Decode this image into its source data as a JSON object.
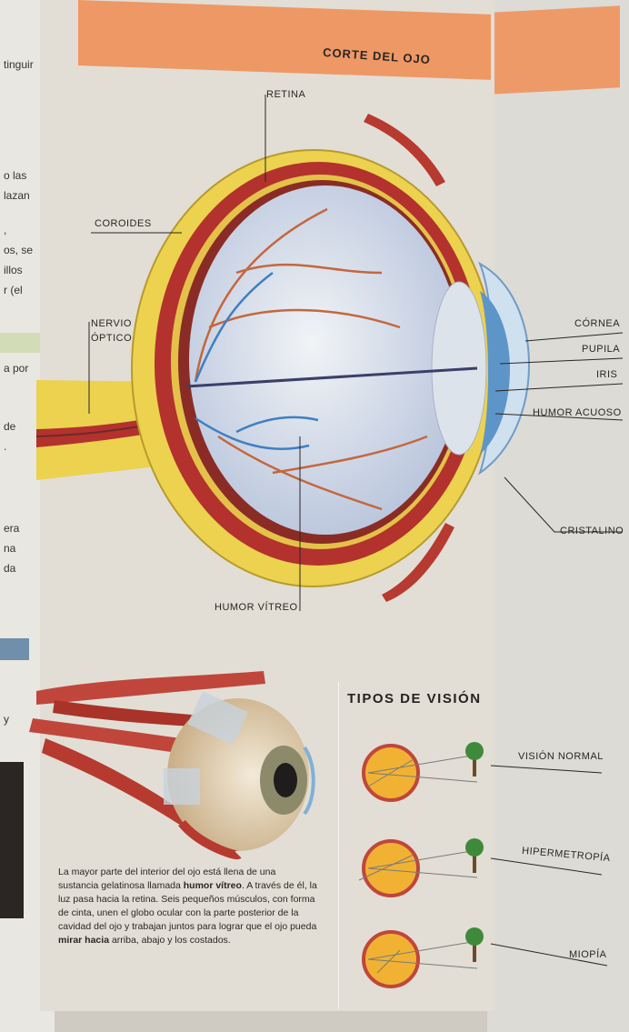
{
  "page": {
    "title": "CORTE DEL OJO",
    "left_fragments": [
      "tinguir",
      "o las",
      "lazan",
      ",",
      "os, se",
      "illos",
      "r (el",
      "a por",
      "de",
      ".",
      "era",
      "na",
      "da",
      "y"
    ]
  },
  "diagram_labels": {
    "retina": "RETINA",
    "coroides": "COROIDES",
    "nervio": "NERVIO",
    "optico": "ÓPTICO",
    "cornea": "CÓRNEA",
    "pupila": "PUPILA",
    "iris": "IRIS",
    "humor_acuoso": "HUMOR ACUOSO",
    "cristalino": "CRISTALINO",
    "humor_vitreo": "HUMOR VÍTREO"
  },
  "vision": {
    "title": "TIPOS DE VISIÓN",
    "types": [
      "VISIÓN NORMAL",
      "HIPERMETROPÍA",
      "MIOPÍA"
    ]
  },
  "caption": {
    "pre1": "La mayor parte del interior del ojo está llena de una sustancia gelatinosa llamada ",
    "bold1": "humor vítreo",
    "post1": ". A través de él, la luz pasa hacia la retina. Seis pequeños músculos, con forma de cinta, unen el globo ocular con la parte posterior de la cavidad del ojo y trabajan juntos para lograr que el ojo pueda ",
    "bold2": "mirar hacia",
    "post2": " arriba, abajo y los costados."
  },
  "colors": {
    "accent_orange": "#ee9865",
    "sclera_yellow": "#ecd24e",
    "choroid_red": "#b3322d",
    "vitreous": "#dfe8f1",
    "iris_blue": "#5d95c8"
  }
}
